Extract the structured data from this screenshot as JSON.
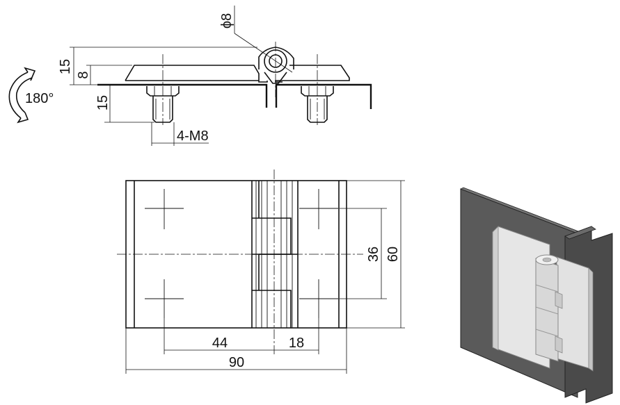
{
  "side_view": {
    "dim_height_total": "15",
    "dim_plate": "8",
    "dim_bolt": "15",
    "dim_diameter": "ϕ8",
    "bolt_label": "4-M8",
    "rotation": "180°"
  },
  "front_view": {
    "dim_hole_spacing_v": "36",
    "dim_height": "60",
    "dim_hole_spacing_h": "44",
    "dim_hole_offset": "18",
    "dim_width": "90"
  },
  "colors": {
    "line": "#111111",
    "panel_dark": "#5a5a5a",
    "hinge_light": "#e6e6e6"
  }
}
